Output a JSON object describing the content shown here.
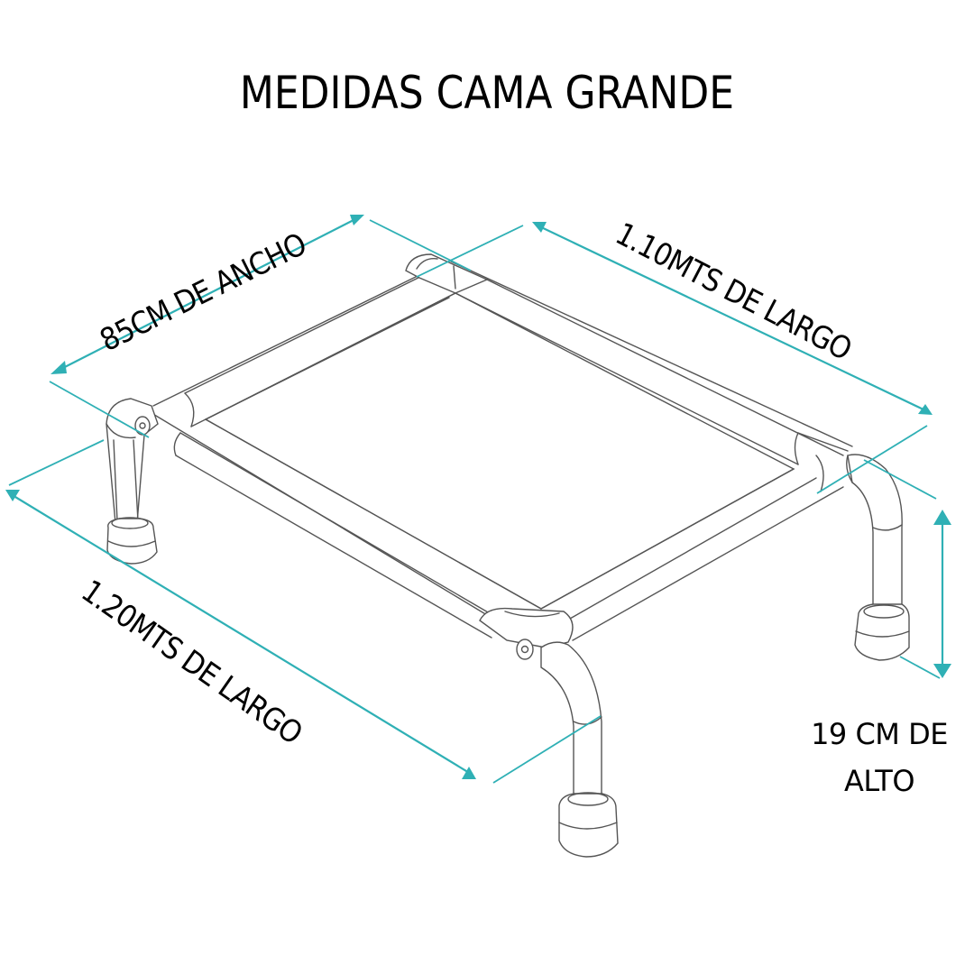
{
  "title": "MEDIDAS CAMA GRANDE",
  "colors": {
    "accent": "#2fb0b5",
    "line_art": "#555555",
    "text": "#000000",
    "background": "#ffffff"
  },
  "dimensions": {
    "width": {
      "label": "85CM DE ANCHO",
      "value": 85,
      "unit": "cm"
    },
    "length_back": {
      "label": "1.10MTS DE LARGO",
      "value": 1.1,
      "unit": "m"
    },
    "length_front": {
      "label": "1.20MTS DE LARGO",
      "value": 1.2,
      "unit": "m"
    },
    "height": {
      "label_line1": "19 CM DE",
      "label_line2": "ALTO",
      "value": 19,
      "unit": "cm"
    }
  },
  "illustration": {
    "subject": "elevated-pet-bed-frame",
    "parts": [
      "pvc-pipe-frame",
      "fabric-mesh-bed",
      "corner-elbow-joints",
      "t-joints",
      "legs",
      "rubber-feet"
    ]
  }
}
